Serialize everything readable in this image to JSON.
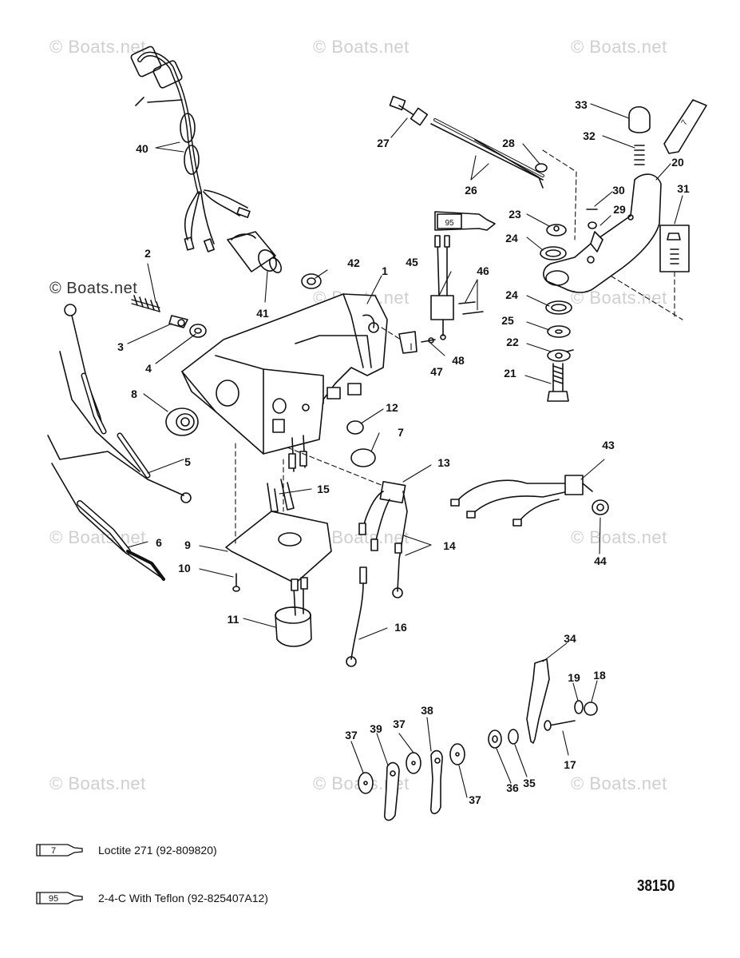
{
  "watermarks": {
    "text": "© Boats.net",
    "dark_text": "© Boats.net"
  },
  "callouts": [
    {
      "id": "1",
      "label": "1"
    },
    {
      "id": "2",
      "label": "2"
    },
    {
      "id": "3",
      "label": "3"
    },
    {
      "id": "4",
      "label": "4"
    },
    {
      "id": "5",
      "label": "5"
    },
    {
      "id": "6",
      "label": "6"
    },
    {
      "id": "7",
      "label": "7"
    },
    {
      "id": "8",
      "label": "8"
    },
    {
      "id": "9",
      "label": "9"
    },
    {
      "id": "10",
      "label": "10"
    },
    {
      "id": "11",
      "label": "11"
    },
    {
      "id": "12",
      "label": "12"
    },
    {
      "id": "13",
      "label": "13"
    },
    {
      "id": "14",
      "label": "14"
    },
    {
      "id": "15",
      "label": "15"
    },
    {
      "id": "16",
      "label": "16"
    },
    {
      "id": "17",
      "label": "17"
    },
    {
      "id": "18",
      "label": "18"
    },
    {
      "id": "19",
      "label": "19"
    },
    {
      "id": "20",
      "label": "20"
    },
    {
      "id": "21",
      "label": "21"
    },
    {
      "id": "22",
      "label": "22"
    },
    {
      "id": "23",
      "label": "23"
    },
    {
      "id": "24a",
      "label": "24"
    },
    {
      "id": "24b",
      "label": "24"
    },
    {
      "id": "25",
      "label": "25"
    },
    {
      "id": "26",
      "label": "26"
    },
    {
      "id": "27",
      "label": "27"
    },
    {
      "id": "28",
      "label": "28"
    },
    {
      "id": "29",
      "label": "29"
    },
    {
      "id": "30",
      "label": "30"
    },
    {
      "id": "31",
      "label": "31"
    },
    {
      "id": "32",
      "label": "32"
    },
    {
      "id": "33",
      "label": "33"
    },
    {
      "id": "34",
      "label": "34"
    },
    {
      "id": "35",
      "label": "35"
    },
    {
      "id": "36",
      "label": "36"
    },
    {
      "id": "37a",
      "label": "37"
    },
    {
      "id": "37b",
      "label": "37"
    },
    {
      "id": "37c",
      "label": "37"
    },
    {
      "id": "38",
      "label": "38"
    },
    {
      "id": "39",
      "label": "39"
    },
    {
      "id": "40",
      "label": "40"
    },
    {
      "id": "41",
      "label": "41"
    },
    {
      "id": "42",
      "label": "42"
    },
    {
      "id": "43",
      "label": "43"
    },
    {
      "id": "44",
      "label": "44"
    },
    {
      "id": "45",
      "label": "45"
    },
    {
      "id": "46",
      "label": "46"
    },
    {
      "id": "47",
      "label": "47"
    },
    {
      "id": "48",
      "label": "48"
    }
  ],
  "tube_labels": {
    "loctite": "7",
    "teflon": "95"
  },
  "legend": [
    {
      "code": "7",
      "text": "Loctite 271 (92-809820)"
    },
    {
      "code": "95",
      "text": "2-4-C  With Teflon (92-825407A12)"
    }
  ],
  "figure_number": "38150"
}
